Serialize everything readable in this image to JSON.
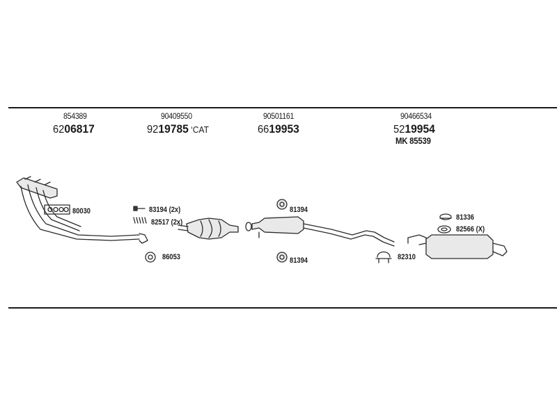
{
  "groups": [
    {
      "oe": "854389",
      "prefix": "62",
      "number": "06817",
      "suffix": ""
    },
    {
      "oe": "90409550",
      "prefix": "92",
      "number": "19785",
      "suffix": "CAT"
    },
    {
      "oe": "90501161",
      "prefix": "66",
      "number": "19953",
      "suffix": ""
    },
    {
      "oe": "90466534",
      "prefix": "52",
      "number": "19954",
      "suffix": "",
      "extra": "MK  85539"
    }
  ],
  "parts": {
    "gasket_manifold": "80030",
    "clamp_a": "83194 (2x)",
    "bolt_a": "82517 (2x)",
    "ring_a": "86053",
    "hanger_top": "81394",
    "hanger_bottom": "81394",
    "clamp_b": "82310",
    "hanger_rear": "81336",
    "bolt_rear": "82566 (X)"
  }
}
